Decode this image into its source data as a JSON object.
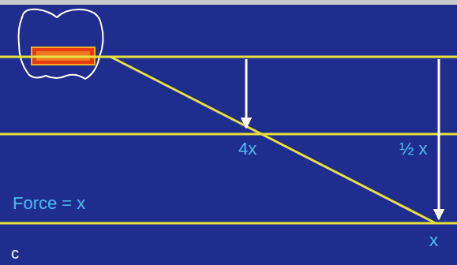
{
  "diagram": {
    "labels": [
      "4x",
      "½ x",
      "Force = x",
      "x",
      "c"
    ]
  }
}
